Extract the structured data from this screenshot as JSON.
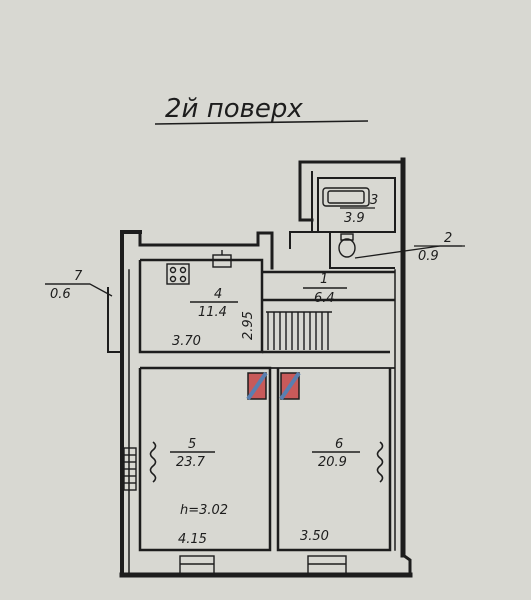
{
  "title": "2й поверх",
  "rooms": [
    {
      "number": "1",
      "area": "6.4"
    },
    {
      "number": "2",
      "area": "0.9"
    },
    {
      "number": "3",
      "area": "3.9"
    },
    {
      "number": "4",
      "area": "11.4"
    },
    {
      "number": "5",
      "area": "23.7"
    },
    {
      "number": "6",
      "area": "20.9"
    },
    {
      "number": "7",
      "area": "0.6"
    }
  ],
  "dimensions": {
    "room4_width": "3.70",
    "room4_height": "2.95",
    "room5_width": "4.15",
    "room6_width": "3.50",
    "ceiling_height": "h=3.02"
  },
  "colors": {
    "paper": "#d8d8d2",
    "ink": "#1d1d1d",
    "vent_red": "#c85a5a",
    "vent_blue": "#5a7fb0"
  }
}
